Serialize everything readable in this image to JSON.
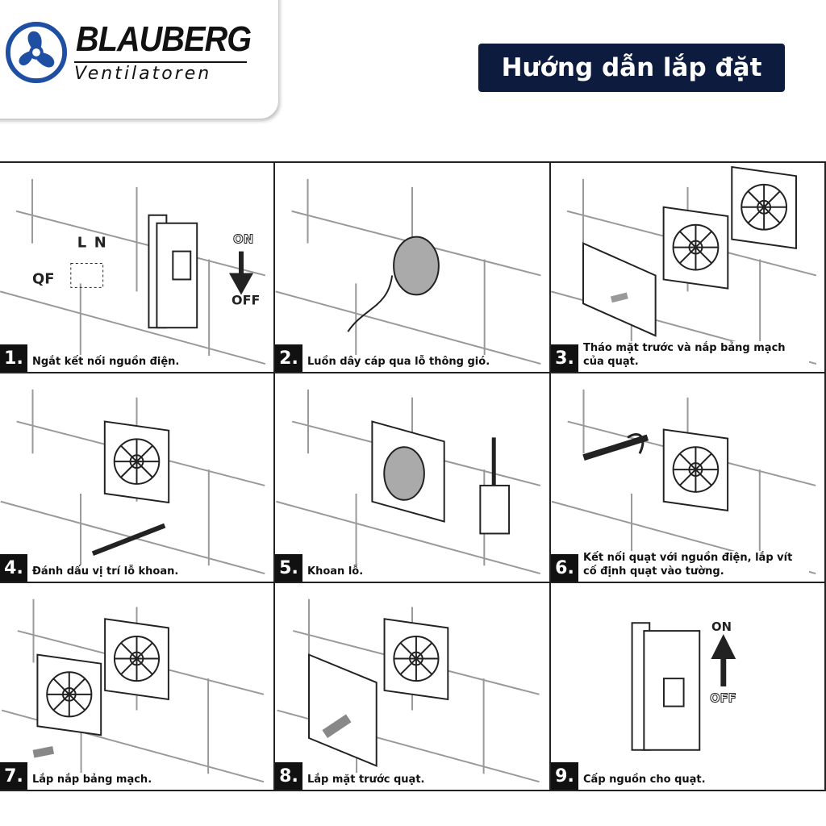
{
  "brand": {
    "name": "BLAUBERG",
    "sub": "Ventilatoren",
    "accent": "#1f4fa3"
  },
  "title": "Hướng dẫn lắp đặt",
  "title_bg": "#0d1b3e",
  "steps": [
    {
      "num": "1.",
      "text": "Ngắt kết nối nguồn điện.",
      "labels": {
        "qf": "QF",
        "l": "L",
        "n": "N",
        "on": "ON",
        "off": "OFF"
      }
    },
    {
      "num": "2.",
      "text": "Luồn dây cáp qua lỗ thông gió."
    },
    {
      "num": "3.",
      "text": "Tháo mặt trước và nắp bảng mạch của quạt."
    },
    {
      "num": "4.",
      "text": "Đánh dấu vị trí lỗ khoan."
    },
    {
      "num": "5.",
      "text": "Khoan lỗ."
    },
    {
      "num": "6.",
      "text": "Kết nối quạt với nguồn điện, lắp vít cố định quạt vào tường."
    },
    {
      "num": "7.",
      "text": "Lắp nắp bảng mạch."
    },
    {
      "num": "8.",
      "text": "Lắp mặt trước quạt."
    },
    {
      "num": "9.",
      "text": "Cấp nguồn cho quạt.",
      "labels": {
        "on": "ON",
        "off": "OFF",
        "switch": "ON"
      }
    }
  ]
}
